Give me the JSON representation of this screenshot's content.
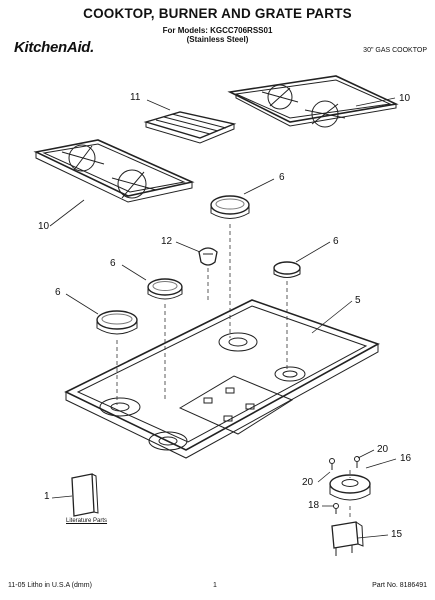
{
  "header": {
    "title": "COOKTOP, BURNER AND GRATE PARTS",
    "models_line": "For Models: KGCC706RSS01",
    "finish_line": "(Stainless Steel)",
    "brand": "KitchenAid.",
    "product": "30\" GAS COOKTOP"
  },
  "footer": {
    "litho": "11-05 Litho in U.S.A (dmm)",
    "page_number": "1",
    "part_no": "Part No. 8186491"
  },
  "parts": {
    "literature_label": "Literature Parts"
  },
  "callouts": [
    {
      "id": "c11",
      "text": "11"
    },
    {
      "id": "c10a",
      "text": "10"
    },
    {
      "id": "c10b",
      "text": "10"
    },
    {
      "id": "c6a",
      "text": "6"
    },
    {
      "id": "c12",
      "text": "12"
    },
    {
      "id": "c6b",
      "text": "6"
    },
    {
      "id": "c6c",
      "text": "6"
    },
    {
      "id": "c6d",
      "text": "6"
    },
    {
      "id": "c5",
      "text": "5"
    },
    {
      "id": "c1",
      "text": "1"
    },
    {
      "id": "c20a",
      "text": "20"
    },
    {
      "id": "c16",
      "text": "16"
    },
    {
      "id": "c20b",
      "text": "20"
    },
    {
      "id": "c18",
      "text": "18"
    },
    {
      "id": "c15",
      "text": "15"
    }
  ]
}
